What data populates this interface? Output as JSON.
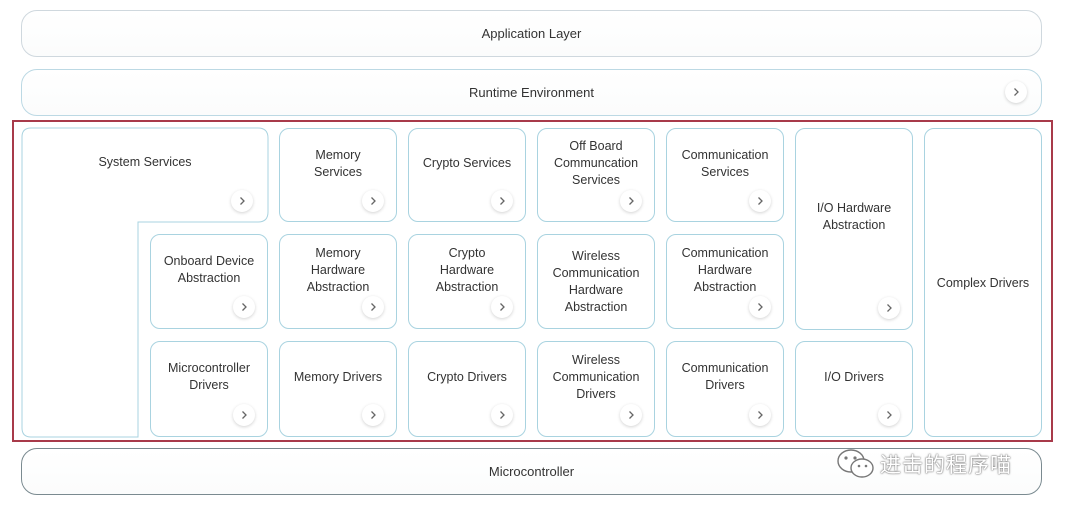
{
  "layers": {
    "application": "Application Layer",
    "runtime": "Runtime Environment",
    "microcontroller": "Microcontroller"
  },
  "modules": {
    "system_services": "System Services",
    "memory_services": "Memory\nServices",
    "crypto_services": "Crypto Services",
    "offboard_comm_services": "Off Board\nCommuncation\nServices",
    "communication_services": "Communication\nServices",
    "io_hw_abstraction": "I/O Hardware\nAbstraction",
    "complex_drivers": "Complex Drivers",
    "onboard_device_abstraction": "Onboard Device\nAbstraction",
    "memory_hw_abstraction": "Memory\nHardware\nAbstraction",
    "crypto_hw_abstraction": "Crypto\nHardware\nAbstraction",
    "wireless_comm_hw_abstraction": "Wireless\nCommunication\nHardware\nAbstraction",
    "comm_hw_abstraction": "Communication\nHardware\nAbstraction",
    "microcontroller_drivers": "Microcontroller\nDrivers",
    "memory_drivers": "Memory Drivers",
    "crypto_drivers": "Crypto Drivers",
    "wireless_comm_drivers": "Wireless\nCommunication\nDrivers",
    "communication_drivers": "Communication\nDrivers",
    "io_drivers": "I/O Drivers"
  },
  "watermark": "进击的程序喵",
  "colors": {
    "box_border": "#a9d3e0",
    "highlight_frame": "#a83a4a",
    "micro_border": "#7a8a90"
  },
  "icons": {
    "chevron": "chevron-right-icon",
    "watermark_logo": "wechat-logo"
  }
}
